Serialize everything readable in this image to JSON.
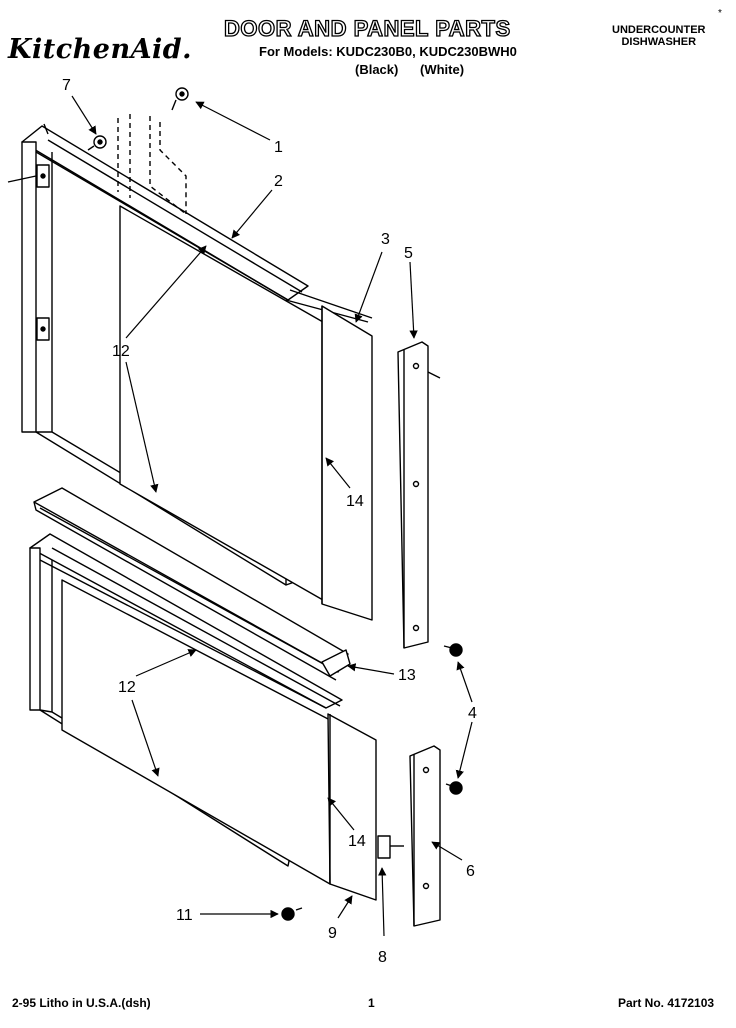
{
  "header": {
    "brand": "KitchenAid.",
    "title": "DOOR AND PANEL PARTS",
    "models_line": "For Models: KUDC230B0, KUDC230BWH0",
    "variant_black": "(Black)",
    "variant_white": "(White)",
    "product_line1": "UNDERCOUNTER",
    "product_line2": "DISHWASHER",
    "corner_mark": "*"
  },
  "callouts": {
    "c1": "1",
    "c2": "2",
    "c3": "3",
    "c4": "4",
    "c5": "5",
    "c6": "6",
    "c7": "7",
    "c8": "8",
    "c9": "9",
    "c11": "11",
    "c12a": "12",
    "c12b": "12",
    "c13": "13",
    "c14a": "14",
    "c14b": "14"
  },
  "footer": {
    "litho": "2-95 Litho in U.S.A.(dsh)",
    "page_number": "1",
    "part_number": "Part No. 4172103"
  }
}
